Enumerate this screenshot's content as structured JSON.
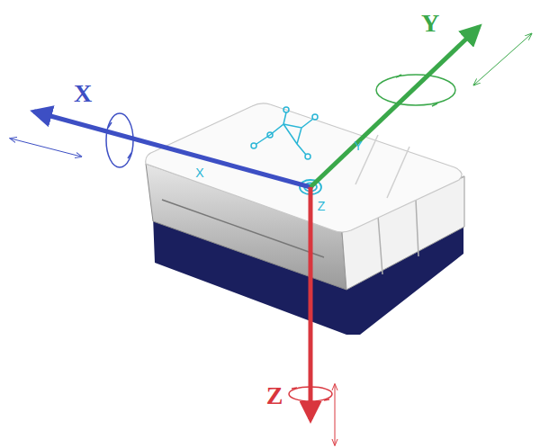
{
  "diagram": {
    "labels": [
      "Y",
      "X",
      "X",
      "Y",
      "Z",
      "Z"
    ]
  }
}
